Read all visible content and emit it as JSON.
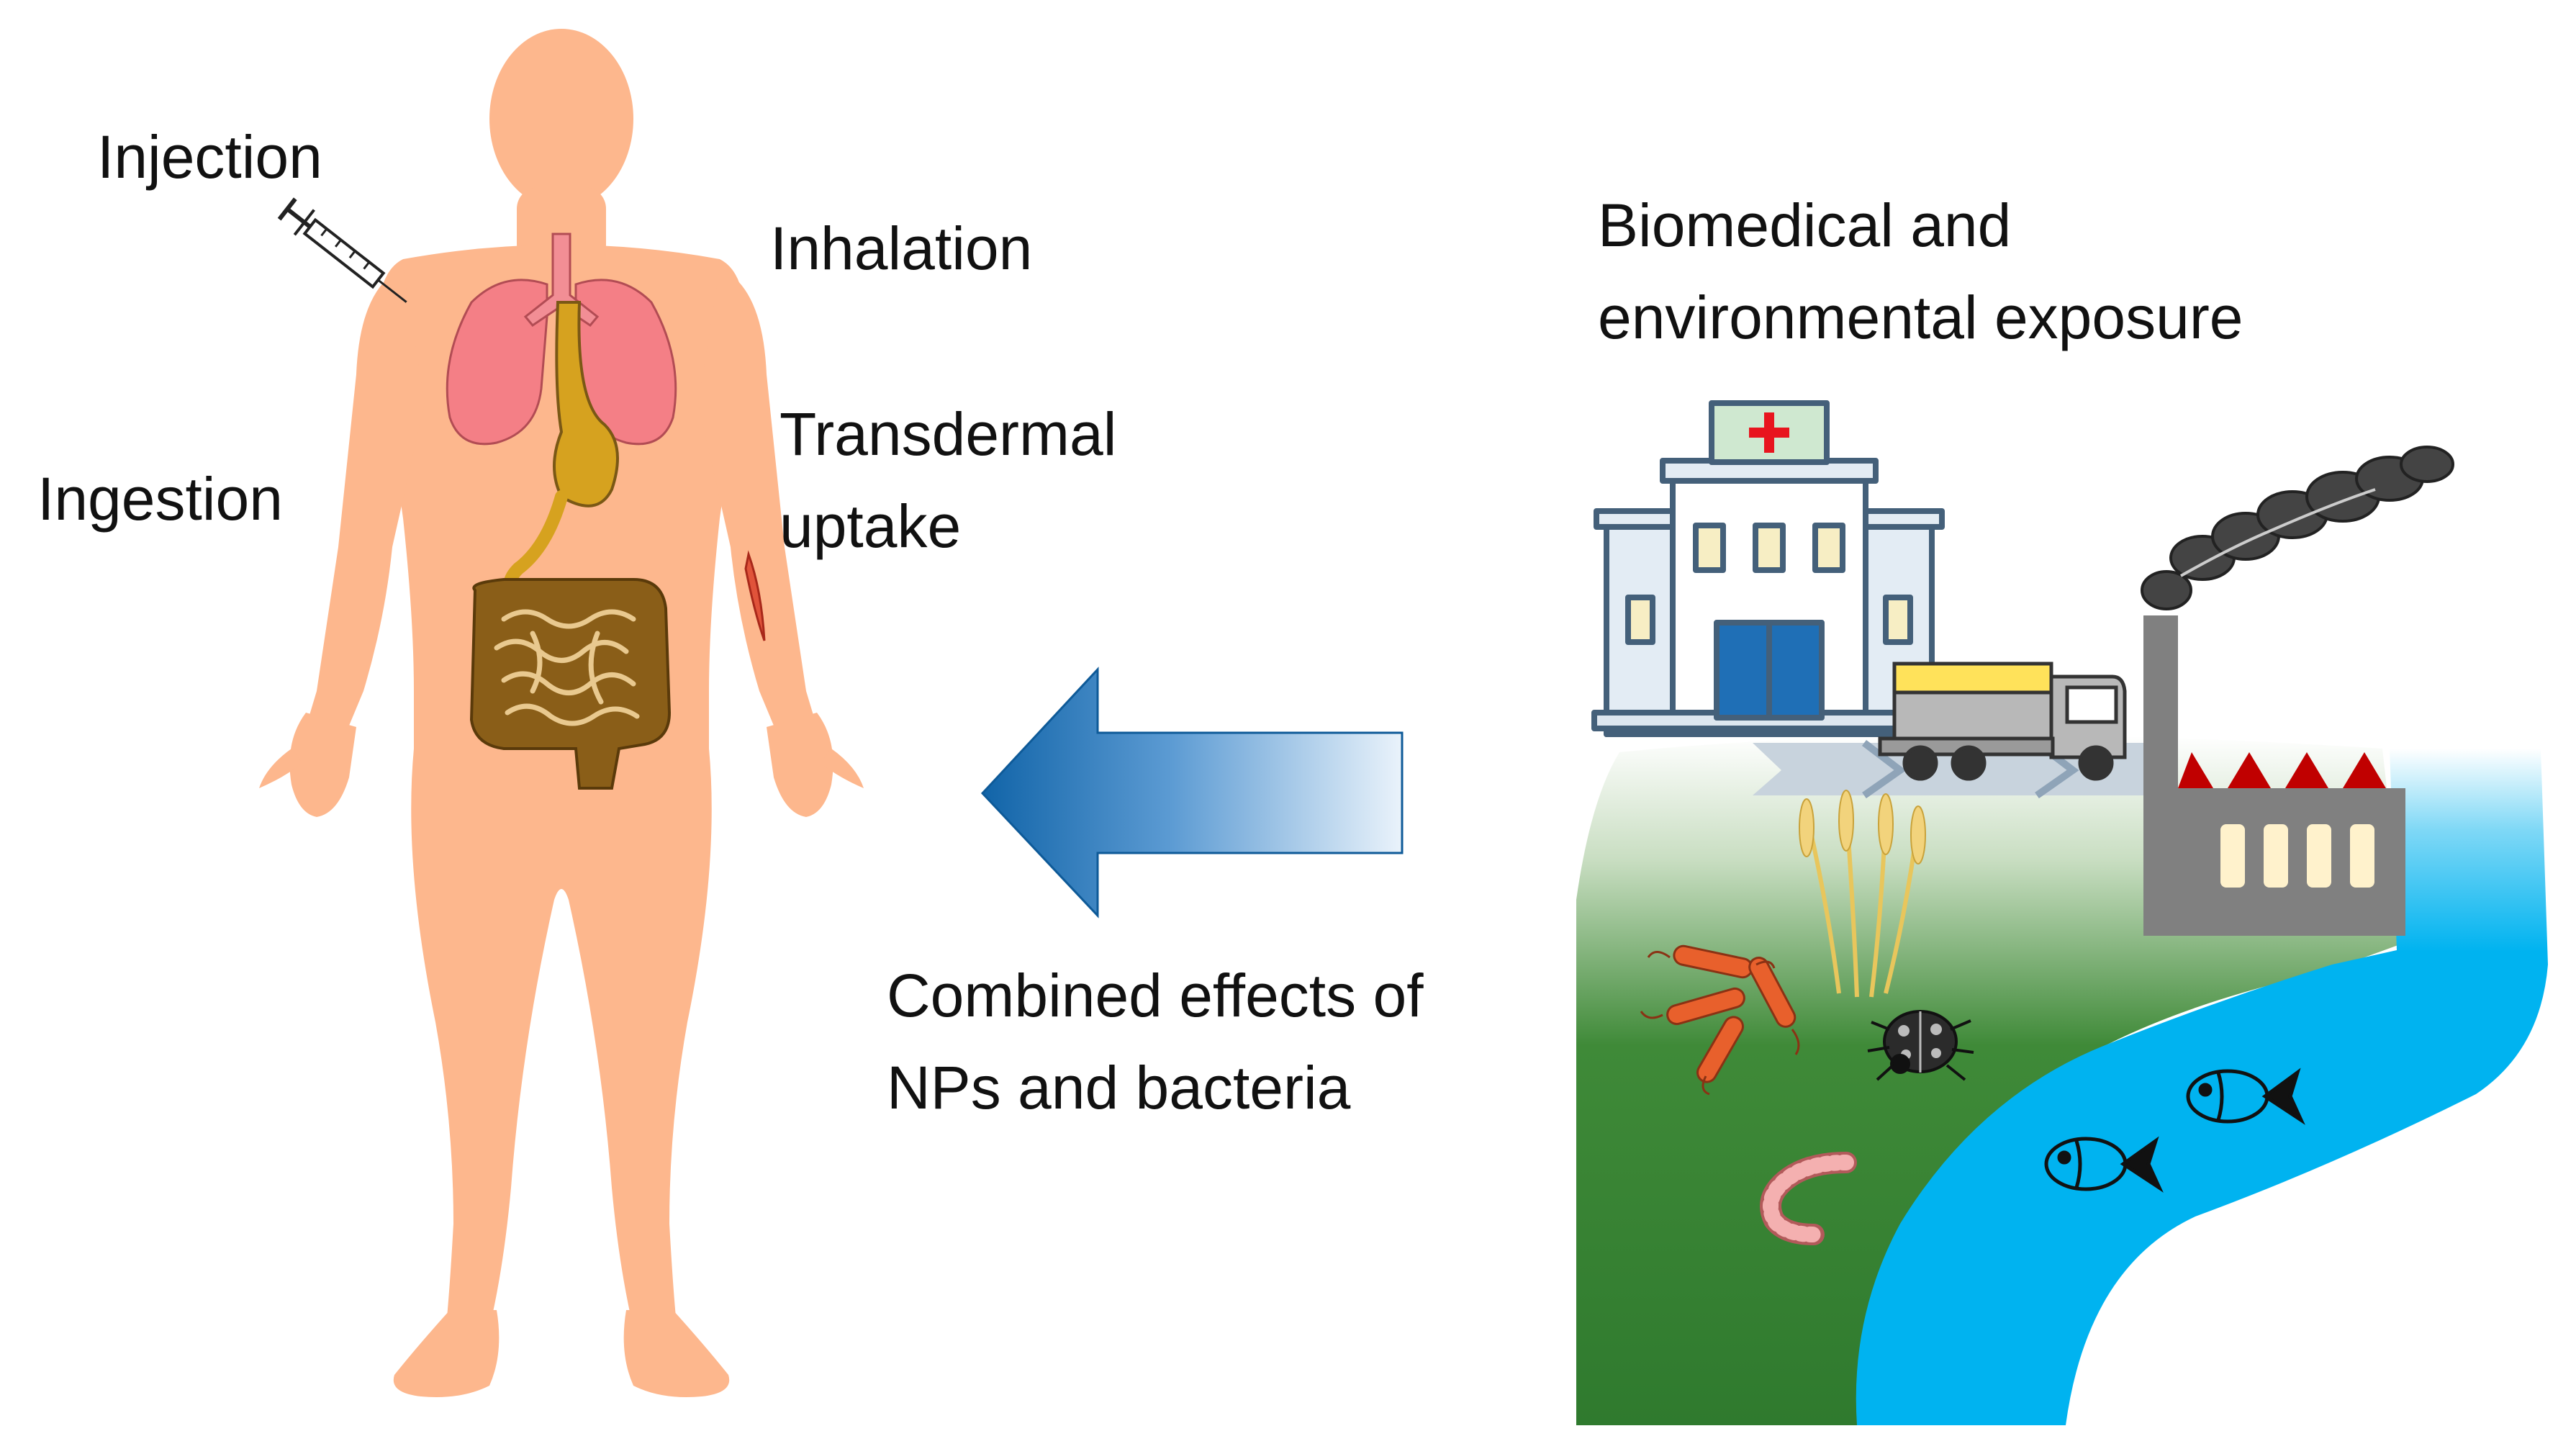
{
  "labels": {
    "injection": "Injection",
    "inhalation": "Inhalation",
    "transdermal_line1": "Transdermal",
    "transdermal_line2": "uptake",
    "ingestion": "Ingestion",
    "exposure_line1": "Biomedical and",
    "exposure_line2": "environmental exposure",
    "combined_line1": "Combined effects of",
    "combined_line2": "NPs and bacteria"
  },
  "colors": {
    "skin": "#FDB78D",
    "lungs": "#F47F86",
    "gut": "#9A6B1E",
    "arrow_dark": "#1164A8",
    "arrow_light": "#E6F1FA",
    "grass": "#3A7E34",
    "river": "#00B3F0",
    "factory": "#808080",
    "roof": "#C00000",
    "hospital_outline": "#44607A",
    "truck_cargo": "#FFE25A"
  },
  "icons": [
    "human-body-icon",
    "lungs-icon",
    "stomach-icon",
    "intestine-icon",
    "syringe-icon",
    "wound-icon",
    "hospital-icon",
    "truck-icon",
    "factory-icon",
    "smoke-icon",
    "wheat-icon",
    "bacteria-icon",
    "ladybug-icon",
    "worm-icon",
    "fish-icon",
    "exposure-arrow-icon"
  ]
}
